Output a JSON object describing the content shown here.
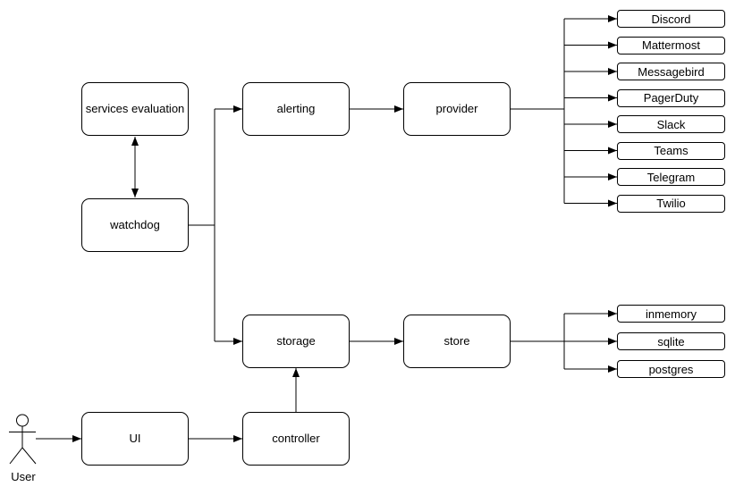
{
  "nodes": {
    "services_evaluation": {
      "label": "services evaluation"
    },
    "watchdog": {
      "label": "watchdog"
    },
    "alerting": {
      "label": "alerting"
    },
    "provider": {
      "label": "provider"
    },
    "storage": {
      "label": "storage"
    },
    "store": {
      "label": "store"
    },
    "ui": {
      "label": "UI"
    },
    "controller": {
      "label": "controller"
    }
  },
  "providers": [
    "Discord",
    "Mattermost",
    "Messagebird",
    "PagerDuty",
    "Slack",
    "Teams",
    "Telegram",
    "Twilio"
  ],
  "stores": [
    "inmemory",
    "sqlite",
    "postgres"
  ],
  "actor": {
    "label": "User"
  },
  "colors": {
    "background": "#ffffff",
    "box_fill": "#ffffff",
    "box_border": "#000000",
    "line": "#000000",
    "text": "#000000"
  }
}
